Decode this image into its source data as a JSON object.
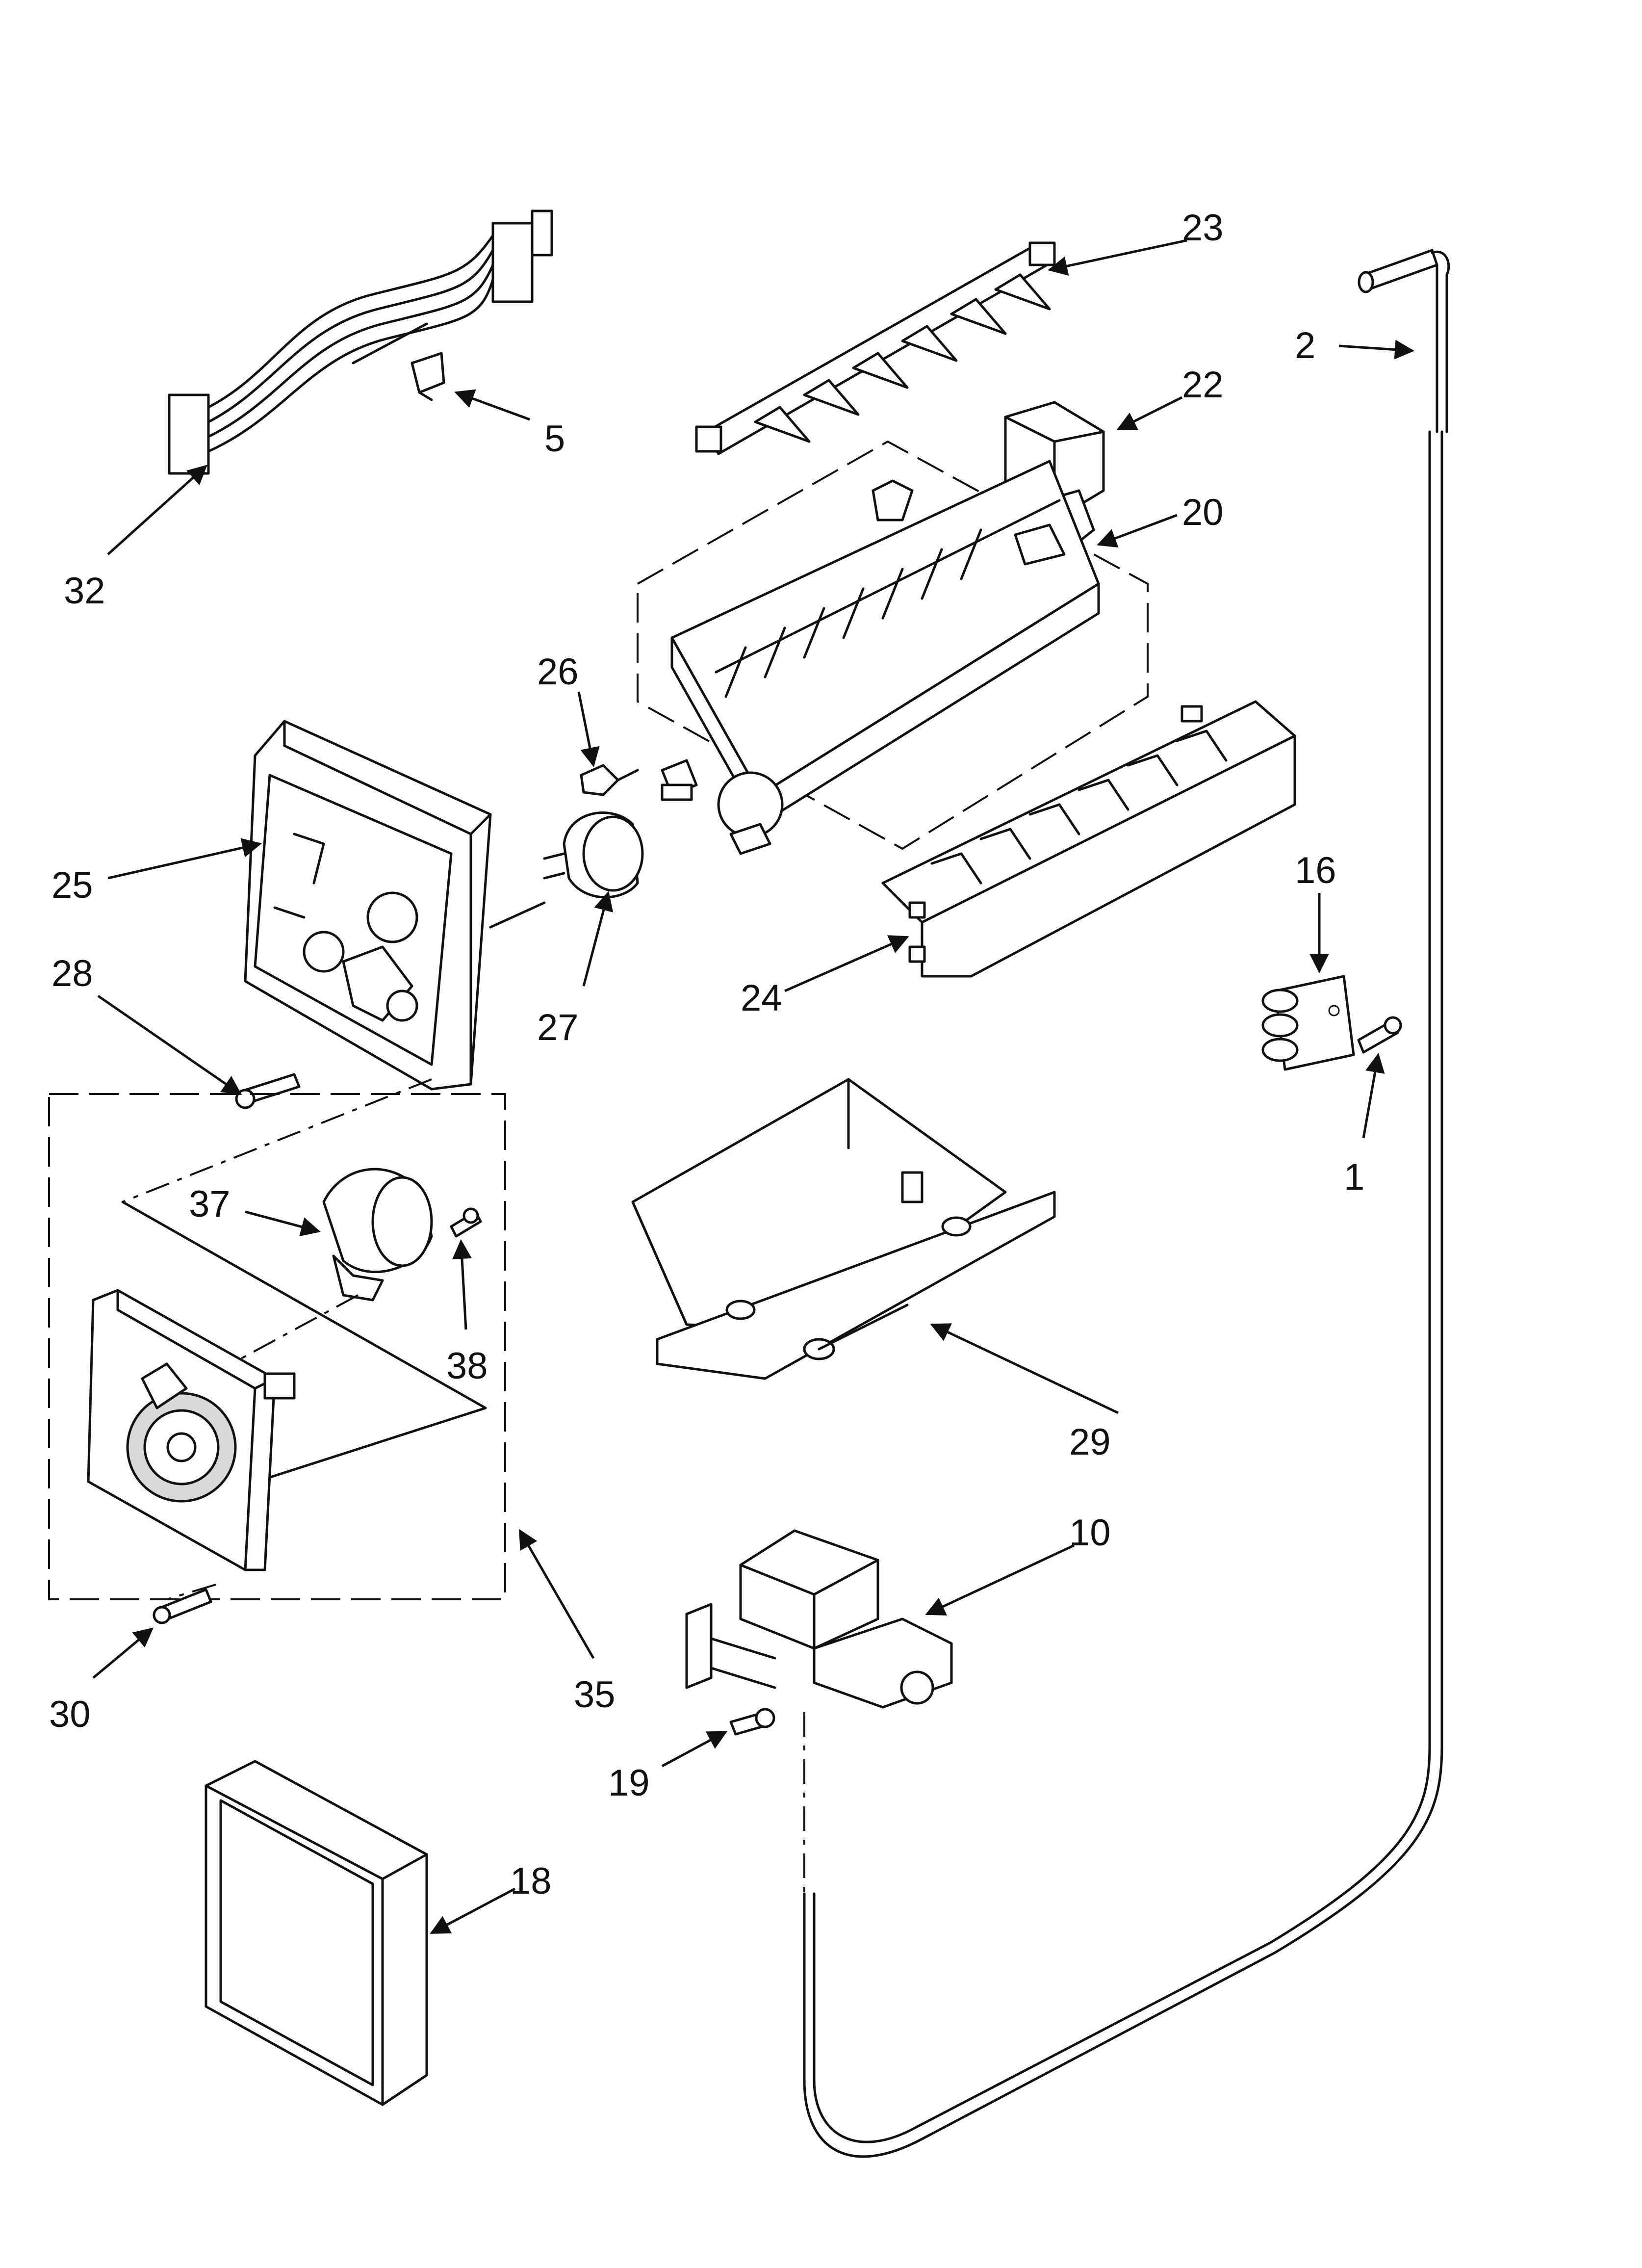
{
  "callouts": {
    "c1": "1",
    "c2": "2",
    "c5": "5",
    "c10": "10",
    "c16": "16",
    "c18": "18",
    "c19": "19",
    "c20": "20",
    "c22": "22",
    "c23": "23",
    "c24": "24",
    "c25": "25",
    "c26": "26",
    "c27": "27",
    "c28": "28",
    "c29": "29",
    "c30": "30",
    "c32": "32",
    "c35": "35",
    "c37": "37",
    "c38": "38"
  }
}
